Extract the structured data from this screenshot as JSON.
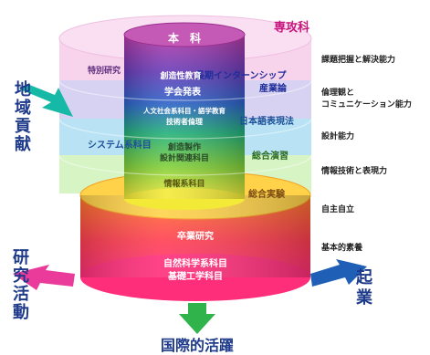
{
  "outer_top": "専攻科",
  "inner_top": "本　科",
  "right_labels": [
    "課題把握と解決能力",
    "倫理観と",
    "コミュニケーション能力",
    "設計能力",
    "情報技術と表現力",
    "自主自立",
    "基本的素養"
  ],
  "left_ring_labels": {
    "special_research": "特別研究",
    "system": "システム系科目"
  },
  "right_ring_labels": {
    "internship": "長期インターンシップ",
    "industry": "産業論",
    "japanese": "日本語表現法",
    "comprehensive_practice": "総合演習",
    "comprehensive_exercise": "総合実験"
  },
  "cylinder_labels": {
    "creativity": "創造性教育",
    "presentation": "学会発表",
    "cylinder_l3a": "人文社会系科目・語学教育",
    "cylinder_l3b": "技術者倫理",
    "creative_production": "創造製作",
    "design_related": "設計関連科目",
    "information": "情報系科目"
  },
  "base_labels": {
    "graduation_research": "卒業研究",
    "natural_science": "自然科学系科目",
    "basic_engineering": "基礎工学科目"
  },
  "arrows": {
    "regional": [
      "地",
      "域",
      "貢",
      "献"
    ],
    "research": [
      "研",
      "究",
      "活",
      "動"
    ],
    "startup": [
      "起",
      "業"
    ],
    "international": "国際的活躍"
  }
}
